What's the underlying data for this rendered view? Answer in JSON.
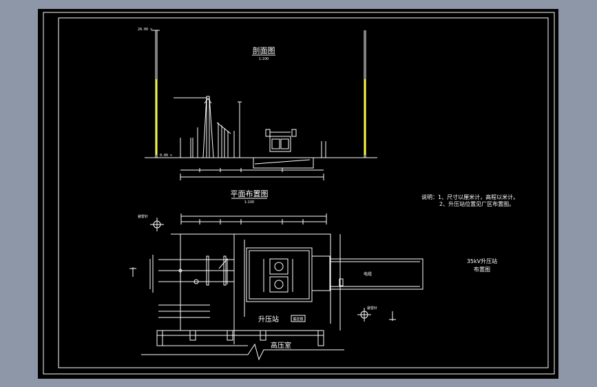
{
  "drawing": {
    "section_title": "剖面图",
    "section_scale": "1:100",
    "plan_title": "平面布置图",
    "plan_scale": "1:100",
    "block_title_line1": "35kV升压站",
    "block_title_line2": "布置图",
    "notes_line1": "说明：1、尺寸以厘米计，高程以米计。",
    "notes_line2": "2、升压站位置见厂区布置图。",
    "label_booster_station": "升压站",
    "label_high_pressure_room": "高压室",
    "label_control_room": "集控楼",
    "label_elev_top": "28.00 ▽",
    "label_elev_ground": "0.00 ▽",
    "label_lightning_rod_left": "避雷针",
    "label_lightning_rod_right": "避雷针",
    "label_cable": "电缆"
  },
  "colors": {
    "background": "#000000",
    "outer_margin": "#8e97a8",
    "line": "#ffffff",
    "accent_yellow": "#ffff00"
  }
}
